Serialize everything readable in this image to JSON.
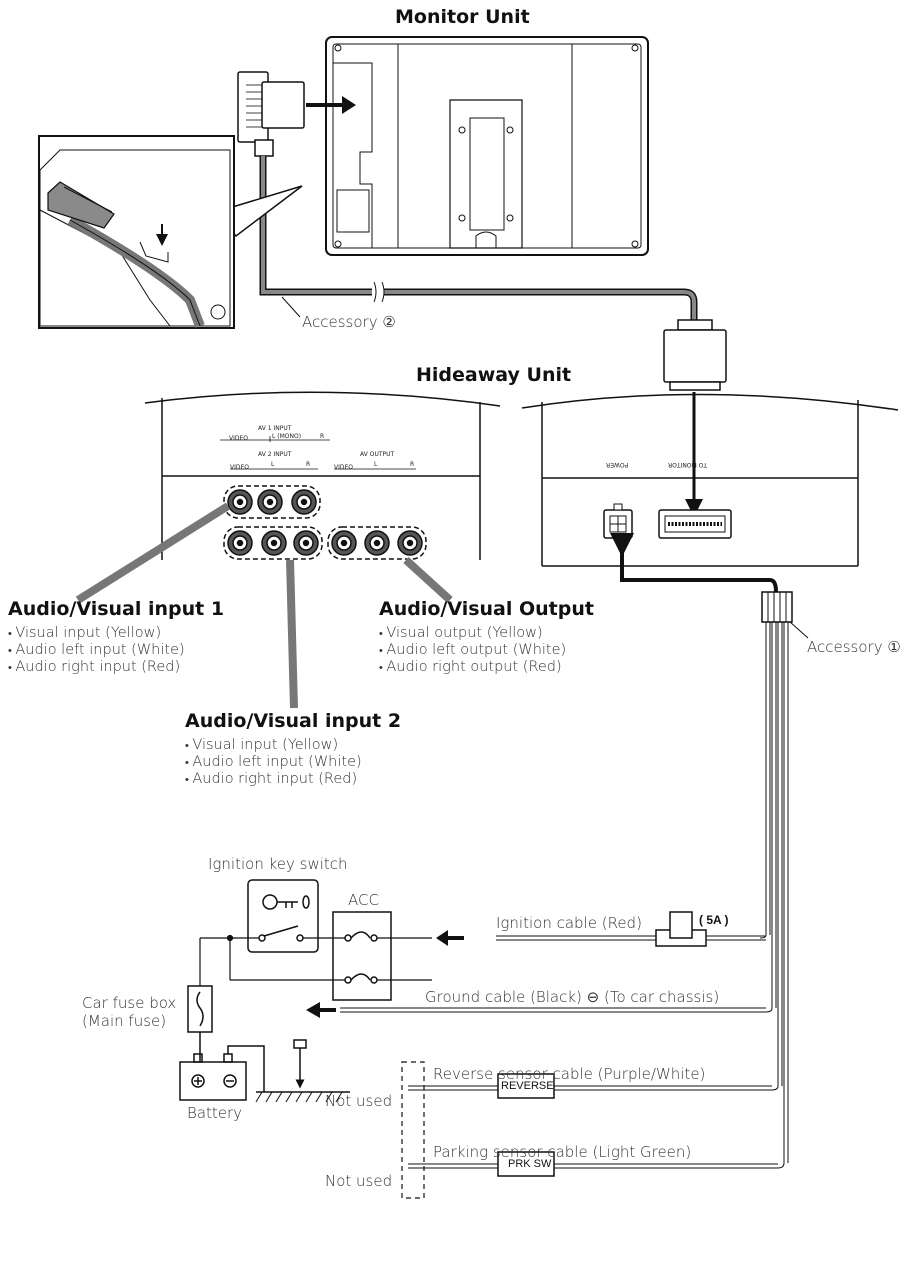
{
  "monitor_unit": {
    "title": "Monitor Unit"
  },
  "hideaway_unit": {
    "title": "Hideaway Unit",
    "panel_labels": {
      "av1_input": "AV 1 INPUT",
      "av1_video": "VIDEO",
      "av1_mono": "L (MONO)",
      "av1_r": "R",
      "av2_input": "AV 2 INPUT",
      "av2_video": "VIDEO",
      "av2_l": "L",
      "av2_r": "R",
      "av_output": "AV OUTPUT",
      "out_video": "VIDEO",
      "out_l": "L",
      "out_r": "R",
      "power": "POWER",
      "to_monitor": "TO MONITOR"
    }
  },
  "accessories": {
    "accessory_2": "Accessory ②",
    "accessory_1": "Accessory ①"
  },
  "av_input_1": {
    "title": "Audio/Visual input 1",
    "items": [
      "Visual input (Yellow)",
      "Audio left input (White)",
      "Audio right input (Red)"
    ]
  },
  "av_input_2": {
    "title": "Audio/Visual input 2",
    "items": [
      "Visual input (Yellow)",
      "Audio left input (White)",
      "Audio right input (Red)"
    ]
  },
  "av_output": {
    "title": "Audio/Visual Output",
    "items": [
      "Visual output (Yellow)",
      "Audio left output (White)",
      "Audio right output (Red)"
    ]
  },
  "wiring": {
    "ignition_key_switch": "Ignition key switch",
    "acc": "ACC",
    "ignition_cable": "Ignition cable (Red)",
    "fuse_rating": "( 5A )",
    "car_fuse_box": "Car fuse box",
    "main_fuse": "(Main fuse)",
    "battery": "Battery",
    "ground_cable": "Ground cable (Black) ⊖ (To car chassis)",
    "reverse_cable": "Reverse sensor cable (Purple/White)",
    "reverse_box": "REVERSE",
    "parking_cable": "Parking sensor cable (Light Green)",
    "parking_box": "PRK SW",
    "not_used_1": "Not used",
    "not_used_2": "Not used"
  }
}
